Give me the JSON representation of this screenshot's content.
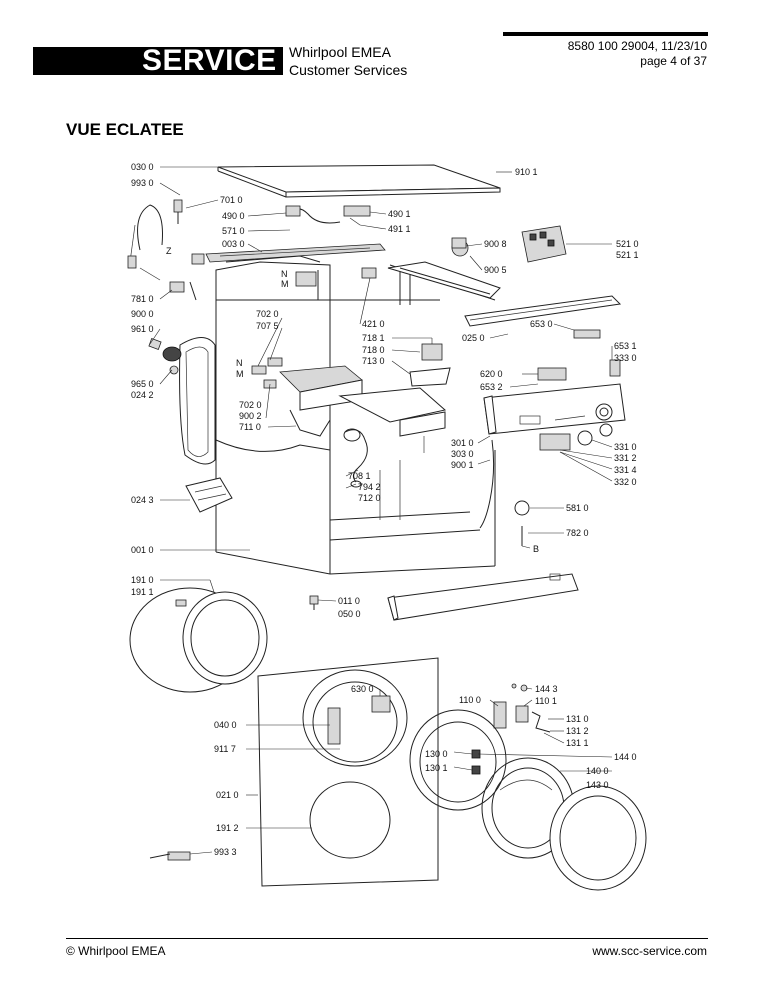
{
  "header": {
    "service_label": "SERVICE",
    "company_line1": "Whirlpool EMEA",
    "company_line2": "Customer Services",
    "doc_ref": "8580 100 29004, 11/23/10",
    "page_info": "page 4 of 37"
  },
  "title": "VUE ECLATEE",
  "footer": {
    "copyright": "© Whirlpool EMEA",
    "website": "www.scc-service.com"
  },
  "diagram": {
    "callouts": [
      "030 0",
      "993 0",
      "701 0",
      "490 0",
      "571 0",
      "003 0",
      "490 1",
      "491 1",
      "910 1",
      "900 8",
      "521 0",
      "521 1",
      "900 5",
      "781 0",
      "900 0",
      "961 0",
      "702 0",
      "707 5",
      "421 0",
      "718 1",
      "718 0",
      "713 0",
      "025 0",
      "653 0",
      "653 1",
      "333 0",
      "620 0",
      "653 2",
      "965 0",
      "024 2",
      "702 0",
      "900 2",
      "711 0",
      "301 0",
      "303 0",
      "900 1",
      "331 0",
      "331 2",
      "331 4",
      "332 0",
      "708 1",
      "794 2",
      "712 0",
      "024 3",
      "581 0",
      "782 0",
      "001 0",
      "191 0",
      "191 1",
      "011 0",
      "050 0",
      "630 0",
      "110 0",
      "144 3",
      "110 1",
      "131 0",
      "131 2",
      "131 1",
      "040 0",
      "911 7",
      "130 0",
      "130 1",
      "144 0",
      "140 0",
      "143 0",
      "021 0",
      "191 2",
      "993 3"
    ],
    "letters": [
      "Z",
      "N",
      "M",
      "N",
      "M",
      "B"
    ]
  }
}
